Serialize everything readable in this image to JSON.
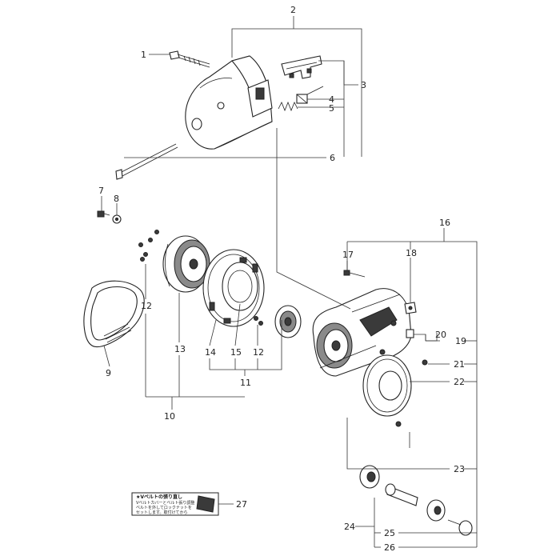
{
  "callouts": {
    "c1": "1",
    "c2": "2",
    "c3": "3",
    "c4": "4",
    "c5": "5",
    "c6": "6",
    "c7": "7",
    "c8": "8",
    "c9": "9",
    "c10": "10",
    "c11": "11",
    "c12a": "12",
    "c12b": "12",
    "c13": "13",
    "c14": "14",
    "c15": "15",
    "c16": "16",
    "c17": "17",
    "c18": "18",
    "c19": "19",
    "c20": "20",
    "c21": "21",
    "c22": "22",
    "c23": "23",
    "c24": "24",
    "c25": "25",
    "c26": "26",
    "c27": "27"
  },
  "warning_label": {
    "title": "★Vベルトの張り直し",
    "line1": "Vベルトカバーとベルト張り調整",
    "line2": "ベルトを外してロックナットを",
    "line3": "セットします。取付けてから"
  },
  "colors": {
    "ink": "#222222",
    "shade": "#8a8a8a",
    "paper": "#ffffff"
  }
}
